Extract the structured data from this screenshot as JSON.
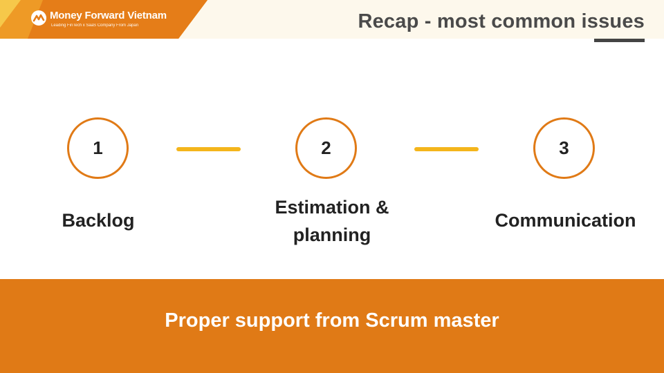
{
  "header": {
    "brand_name": "Money Forward Vietnam",
    "brand_tagline": "Leading FinTech x SaaS Company From Japan",
    "title": "Recap - most common issues",
    "brand_colors": {
      "orange": "#e07a16",
      "yellow": "#f4b51c"
    }
  },
  "steps": [
    {
      "number": "1",
      "label": "Backlog"
    },
    {
      "number": "2",
      "label_line1": "Estimation &",
      "label_line2": "planning"
    },
    {
      "number": "3",
      "label": "Communication"
    }
  ],
  "footer": {
    "text": "Proper support from Scrum master"
  }
}
